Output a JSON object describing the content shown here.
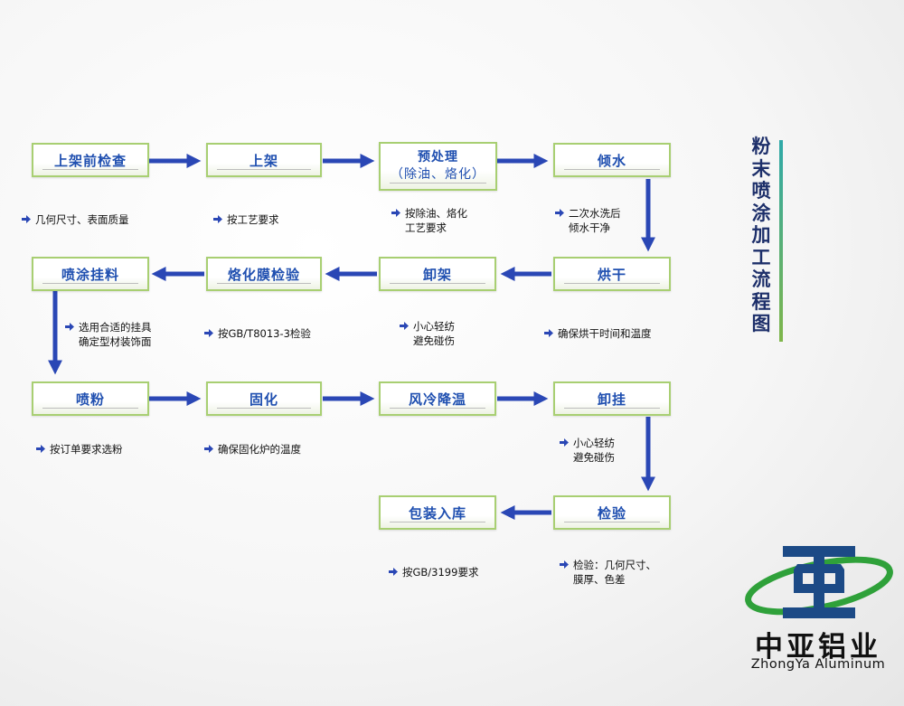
{
  "title": "粉末喷涂加工流程图",
  "steps": {
    "s1": "上架前检查",
    "s2": "上架",
    "s3_line1": "预处理",
    "s3_line2": "（除油、烙化）",
    "s4": "倾水",
    "s5": "烘干",
    "s6": "卸架",
    "s7": "烙化膜检验",
    "s8": "喷涂挂料",
    "s9": "喷粉",
    "s10": "固化",
    "s11": "风冷降温",
    "s12": "卸挂",
    "s13": "检验",
    "s14": "包装入库"
  },
  "notes": {
    "n1": "几何尺寸、表面质量",
    "n2": "按工艺要求",
    "n3": "按除油、烙化\n工艺要求",
    "n4": "二次水洗后\n倾水干净",
    "n5": "选用合适的挂具\n确定型材装饰面",
    "n6": "按GB/T8013-3检验",
    "n7": "小心轻纺\n避免碰伤",
    "n8": "确保烘干时间和温度",
    "n9": "按订单要求选粉",
    "n10": "确保固化炉的温度",
    "n11": "小心轻纺\n避免碰伤",
    "n12": "按GB/3199要求",
    "n13": "检验：几何尺寸、\n膜厚、色差"
  },
  "brand": {
    "name_cn": "中亚铝业",
    "name_en": "ZhongYa Aluminum"
  },
  "colors": {
    "box_border": "#a8cf72",
    "box_text": "#1f4fb0",
    "arrow": "#2a47b5",
    "title": "#1d2f6a",
    "logo_blue": "#1c4a86",
    "logo_green": "#2fa13a"
  }
}
